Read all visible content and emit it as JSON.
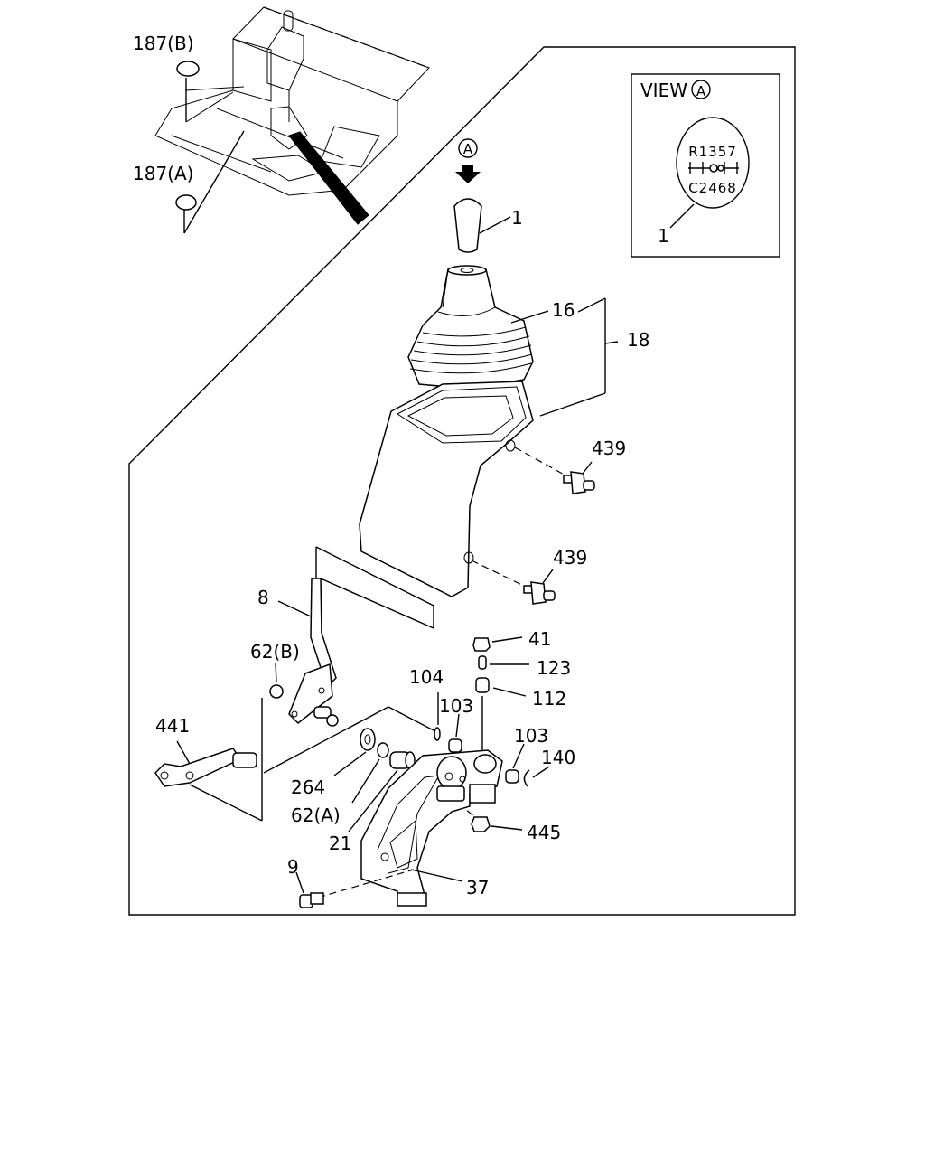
{
  "view_box": {
    "title": "VIEW",
    "marker": "A",
    "pattern_top": "R1357",
    "pattern_bottom": "C2468",
    "callout": "1"
  },
  "view_arrow_marker": "A",
  "labels": {
    "p187b": "187(B)",
    "p187a": "187(A)",
    "p1": "1",
    "p16": "16",
    "p18": "18",
    "p439a": "439",
    "p439b": "439",
    "p8": "8",
    "p62b": "62(B)",
    "p441": "441",
    "p104": "104",
    "p103a": "103",
    "p41": "41",
    "p123": "123",
    "p112": "112",
    "p103b": "103",
    "p140": "140",
    "p264": "264",
    "p62a": "62(A)",
    "p21": "21",
    "p445": "445",
    "p9": "9",
    "p37": "37"
  }
}
